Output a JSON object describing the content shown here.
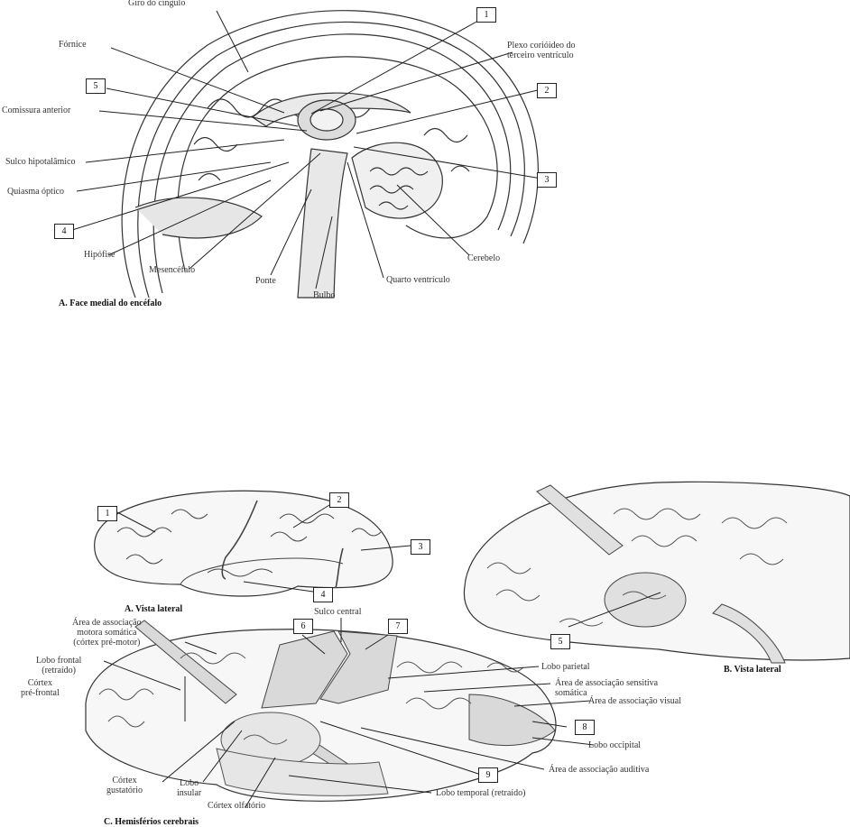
{
  "top": {
    "labels": {
      "giro": "Giro do cíngulo",
      "fornice": "Fórnice",
      "comissura": "Comissura anterior",
      "sulco": "Sulco hipotalâmico",
      "quiasma": "Quiasma óptico",
      "hipofise": "Hipófise",
      "mesencefalo": "Mesencéfalo",
      "ponte": "Ponte",
      "bulbo": "Bulbo",
      "quarto": "Quarto ventrículo",
      "cerebelo": "Cerebelo",
      "plexo_1": "Plexo corióideo do",
      "plexo_2": "terceiro ventrículo"
    },
    "boxes": [
      "1",
      "2",
      "3",
      "4",
      "5"
    ],
    "caption": "A. Face medial do encéfalo"
  },
  "bottom": {
    "a_boxes": [
      "1",
      "2",
      "3",
      "4"
    ],
    "a_caption": "A. Vista lateral",
    "b_box": "5",
    "b_caption": "B. Vista lateral",
    "c_boxes": [
      "6",
      "7",
      "8",
      "9"
    ],
    "c_caption": "C. Hemisférios cerebrais",
    "labels": {
      "area_motora_1": "Área de associação",
      "area_motora_2": "motora somática",
      "area_motora_3": "(córtex pré-motor)",
      "sulco_central": "Sulco central",
      "lobo_frontal_1": "Lobo frontal",
      "lobo_frontal_2": "(retraído)",
      "cortex_pf_1": "Córtex",
      "cortex_pf_2": "pré-frontal",
      "lobo_parietal": "Lobo parietal",
      "area_sens_1": "Área de associação sensitiva",
      "area_sens_2": "somática",
      "area_visual": "Área de associação visual",
      "lobo_occipital": "Lobo occipital",
      "area_auditiva": "Área de associação auditiva",
      "lobo_temporal": "Lobo temporal (retraído)",
      "cortex_gust_1": "Córtex",
      "cortex_gust_2": "gustatório",
      "lobo_insular_1": "Lobo",
      "lobo_insular_2": "insular",
      "cortex_olf": "Córtex olfatório"
    }
  },
  "colors": {
    "line": "#222222",
    "fill": "#f6f6f6",
    "shade": "#dedede"
  }
}
